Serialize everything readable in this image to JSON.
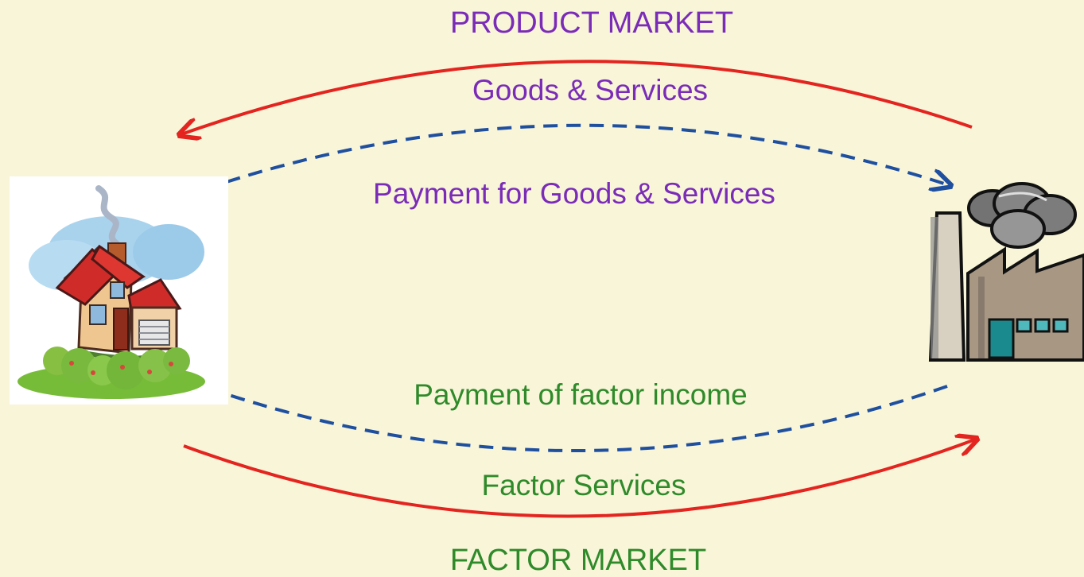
{
  "labels": {
    "product_market": "PRODUCT MARKET",
    "goods_services": "Goods & Services",
    "payment_goods_services": "Payment for Goods & Services",
    "payment_factor_income": "Payment of factor income",
    "factor_services": "Factor Services",
    "factor_market": "FACTOR MARKET"
  },
  "colors": {
    "background": "#f8f5d8",
    "red_flow": "#e3241f",
    "blue_flow": "#1f4f9f",
    "purple_text": "#7a2bb8",
    "green_text": "#2f8a2a"
  },
  "icons": {
    "household": "house-illustration",
    "firm": "factory-illustration"
  }
}
